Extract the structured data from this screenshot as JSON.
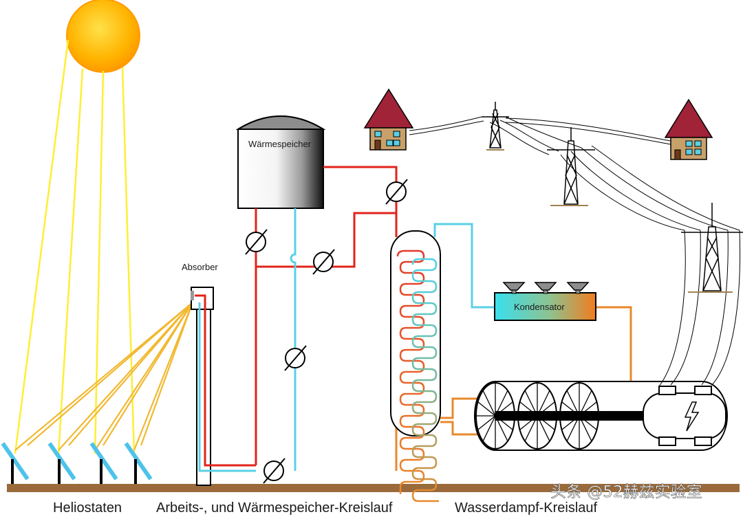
{
  "labels": {
    "storage": "Wärmespeicher",
    "absorber": "Absorber",
    "condenser": "Kondensator",
    "heliostats": "Heliostaten",
    "work_circuit": "Arbeits-, und Wärmespeicher-Kreislauf",
    "steam_circuit": "Wasserdampf-Kreislauf"
  },
  "watermark": {
    "text": "头条 @52赫兹实验室"
  },
  "colors": {
    "sun": "#ffb800",
    "sunray": "#ffee33",
    "reflected_ray": "#f2b830",
    "hot_pipe": "#e2231a",
    "cold_pipe": "#5ad0e6",
    "steam_pipe": "#e8882b",
    "ground": "#9a6a3a",
    "mirror": "#4ec3ea",
    "roof": "#a02338",
    "house_wall": "#c8a06a"
  }
}
